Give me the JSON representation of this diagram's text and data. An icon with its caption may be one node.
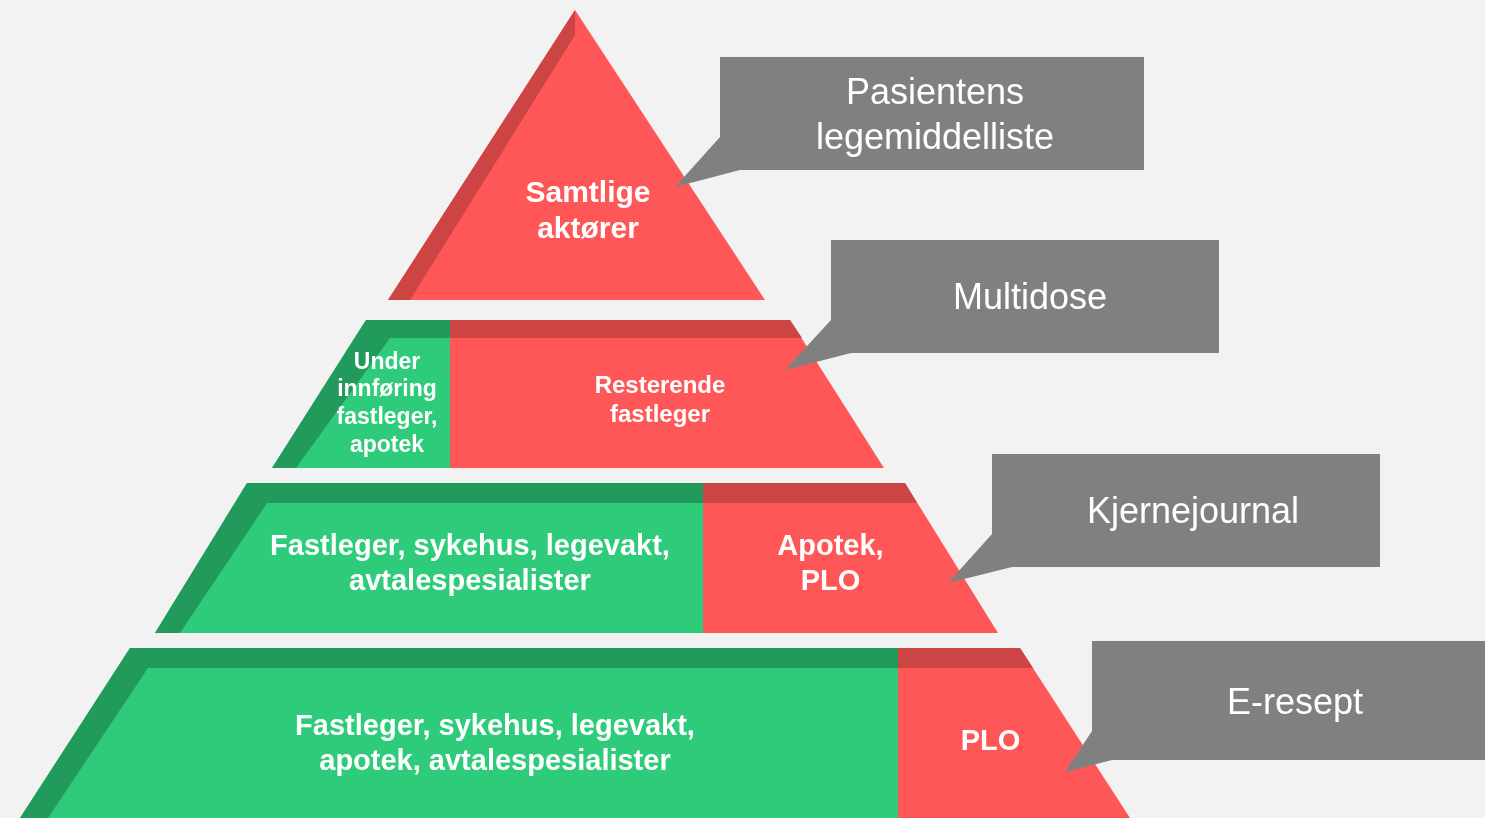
{
  "diagram": {
    "nodes": [
      {
        "text": [
          "Samtlige aktører"
        ]
      },
      {
        "text": [
          "Under innføring fastleger, apotek"
        ]
      },
      {
        "text": [
          "Resterende fastleger"
        ]
      },
      {
        "text": [
          "Fastleger, sykehus, legevakt, avtalespesialister"
        ]
      },
      {
        "text": [
          "Apotek, PLO"
        ]
      },
      {
        "text": [
          "Fastleger, sykehus, legevakt, apotek, avtalespesialister"
        ]
      },
      {
        "text": [
          "PLO"
        ]
      },
      {
        "text": [
          "Pasientens legemiddelliste"
        ]
      },
      {
        "text": [
          "Multidose"
        ]
      },
      {
        "text": [
          "Kjernejournal"
        ]
      },
      {
        "text": [
          "E-resept"
        ]
      }
    ]
  }
}
